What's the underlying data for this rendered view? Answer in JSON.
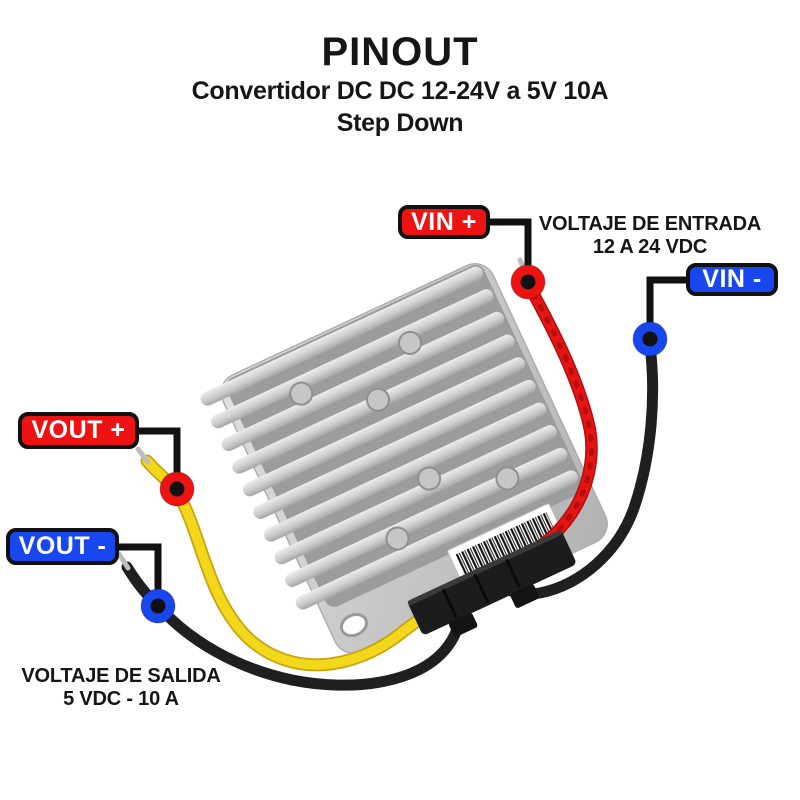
{
  "header": {
    "title": "PINOUT",
    "subtitle": "Convertidor DC DC 12-24V a 5V 10A",
    "subtitle2": "Step Down"
  },
  "badges": {
    "vin_plus": "VIN +",
    "vin_minus": "VIN -",
    "vout_plus": "VOUT +",
    "vout_minus": "VOUT -"
  },
  "annotations": {
    "input": {
      "line1": "VOLTAJE DE ENTRADA",
      "line2": "12 A 24 VDC"
    },
    "output": {
      "line1": "VOLTAJE DE SALIDA",
      "line2": "5 VDC - 10 A"
    }
  },
  "colors": {
    "accent_red": "#ee1313",
    "accent_blue": "#1847f0",
    "wire_red": "#e81414",
    "wire_yellow": "#f3d71b",
    "wire_black": "#1f1f1f",
    "text": "#161616"
  }
}
